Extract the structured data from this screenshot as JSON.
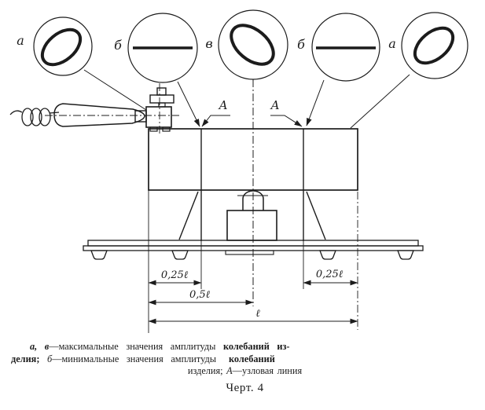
{
  "colors": {
    "ink": "#1c1c1c",
    "paper": "#ffffff"
  },
  "scopes": [
    {
      "label": "а",
      "pattern": "tilted-ellipse"
    },
    {
      "label": "б",
      "pattern": "flat-line"
    },
    {
      "label": "в",
      "pattern": "tilted-ellipse-reversed"
    },
    {
      "label": "б",
      "pattern": "flat-line"
    },
    {
      "label": "а",
      "pattern": "tilted-ellipse"
    }
  ],
  "node_labels": {
    "left": "А",
    "right": "А"
  },
  "dimensions": {
    "quarter_left": "0,25ℓ",
    "half": "0,5ℓ",
    "full": "ℓ",
    "quarter_right": "0,25ℓ"
  },
  "caption": {
    "line1_lead": "а, в",
    "line1_text": "—максимальные значения амплитуды ",
    "line1_bold": "колебаний из-",
    "line2_bold": "делия; ",
    "line2_lead": "б",
    "line2_text": "—минимальные значения амплитуды",
    "line2_tail": "колебаний",
    "line3_pre": "изделия; ",
    "line3_lead": "А",
    "line3_text": "—узловая линия",
    "figure_label": "Черт. 4"
  }
}
